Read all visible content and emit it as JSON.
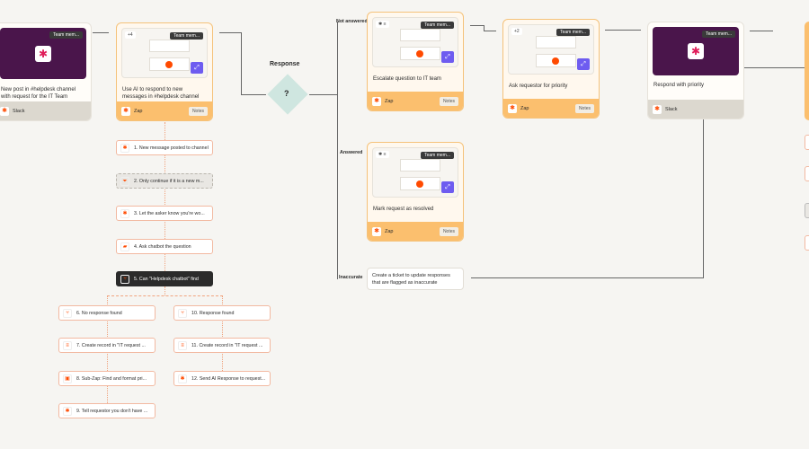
{
  "trigger": {
    "badge": "Team mem...",
    "title": "New post in #helpdesk channel with request for the IT Team",
    "app": "Slack"
  },
  "zap_main": {
    "apps": "+4",
    "badge": "Team mem...",
    "title": "Use AI to respond to new messages in #helpdesk channel",
    "app": "Zap",
    "notes": "Notes"
  },
  "decision": {
    "label": "Response",
    "symbol": "?"
  },
  "branches": {
    "not_answered": "Not answered",
    "answered": "Answered",
    "inaccurate": "Inaccurate"
  },
  "escalate": {
    "badge": "Team mem...",
    "title": "Escalate question to IT team",
    "app": "Zap",
    "notes": "Notes"
  },
  "ask_priority": {
    "apps": "+2",
    "badge": "Team mem...",
    "title": "Ask requestor for priority",
    "app": "Zap",
    "notes": "Notes"
  },
  "resolved": {
    "badge": "Team mem...",
    "title": "Mark request as resolved",
    "app": "Zap",
    "notes": "Notes"
  },
  "ticket": {
    "title": "Create a ticket to update responses that are flagged as inaccurate"
  },
  "respond": {
    "badge": "Team mem...",
    "title": "Respond with priority",
    "app": "Slack"
  },
  "steps": [
    "1. New message posted to channel",
    "2. Only continue if it is a new m...",
    "3. Let the asker know you're wo...",
    "4. Ask chatbot the question",
    "5. Can \"Helpdesk chatbot\" find",
    "6. No response found",
    "7. Create record in \"IT request ...",
    "8. Sub-Zap: Find and format pri...",
    "9. Tell requestor you don't have ...",
    "10. Response found",
    "11. Create record in \"IT request ...",
    "12. Send AI Response to request..."
  ],
  "colors": {
    "zap_orange": "#fbbf6e",
    "slack_purple": "#4a154b",
    "accent": "#ff4a00",
    "expand": "#6e5cf0"
  }
}
